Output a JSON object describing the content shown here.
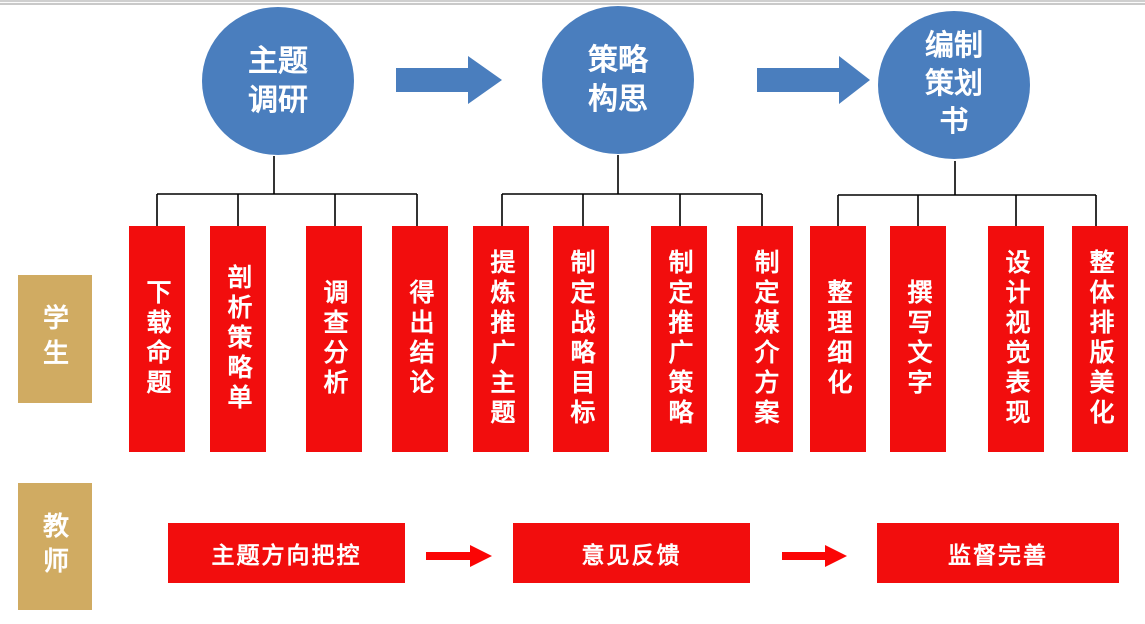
{
  "colors": {
    "blue": "#4A7EBE",
    "red": "#F20D0D",
    "arrowRed": "#FB0505",
    "gold": "#D0AB62",
    "line": "#000000",
    "strip": "#CFCFCF"
  },
  "phases": [
    "主题\n调研",
    "策略\n构思",
    "编制\n策划\n书"
  ],
  "roles": {
    "student": "学生",
    "teacher": "教师"
  },
  "student_tasks": [
    [
      "下载命题",
      "剖析策略单",
      "调查分析",
      "得出结论"
    ],
    [
      "提炼推广主题",
      "制定战略目标",
      "制定推广策略",
      "制定媒介方案"
    ],
    [
      "整理细化",
      "撰写文字",
      "设计视觉表现",
      "整体排版美化"
    ]
  ],
  "teacher_tasks": [
    "主题方向把控",
    "意见反馈",
    "监督完善"
  ]
}
